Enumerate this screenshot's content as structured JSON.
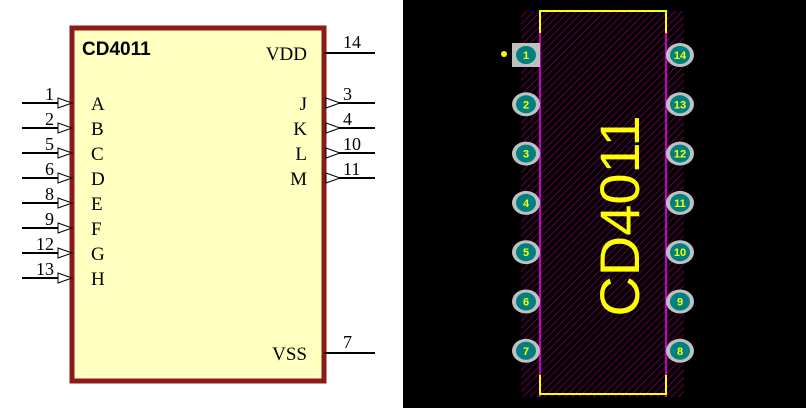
{
  "schematic": {
    "part_name": "CD4011",
    "colors": {
      "body_fill": "#ffffc0",
      "body_border": "#8b1a1a",
      "wire": "#000000",
      "text": "#000000"
    },
    "left_pins": [
      {
        "number": "1",
        "label": "A"
      },
      {
        "number": "2",
        "label": "B"
      },
      {
        "number": "5",
        "label": "C"
      },
      {
        "number": "6",
        "label": "D"
      },
      {
        "number": "8",
        "label": "E"
      },
      {
        "number": "9",
        "label": "F"
      },
      {
        "number": "12",
        "label": "G"
      },
      {
        "number": "13",
        "label": "H"
      }
    ],
    "right_pins": [
      {
        "number": "3",
        "label": "J"
      },
      {
        "number": "4",
        "label": "K"
      },
      {
        "number": "10",
        "label": "L"
      },
      {
        "number": "11",
        "label": "M"
      }
    ],
    "vdd_pin": {
      "number": "14",
      "label": "VDD"
    },
    "vss_pin": {
      "number": "7",
      "label": "VSS"
    }
  },
  "footprint": {
    "part_name": "CD4011",
    "colors": {
      "background": "#000000",
      "hatch": "#800060",
      "outline": "#ff00ff",
      "silkscreen": "#ffff00",
      "pad_fill": "#008080",
      "pad_border": "#c0c0c0",
      "pad_text": "#ffff00"
    },
    "left_pads": [
      "1",
      "2",
      "3",
      "4",
      "5",
      "6",
      "7"
    ],
    "right_pads": [
      "14",
      "13",
      "12",
      "11",
      "10",
      "9",
      "8"
    ]
  }
}
